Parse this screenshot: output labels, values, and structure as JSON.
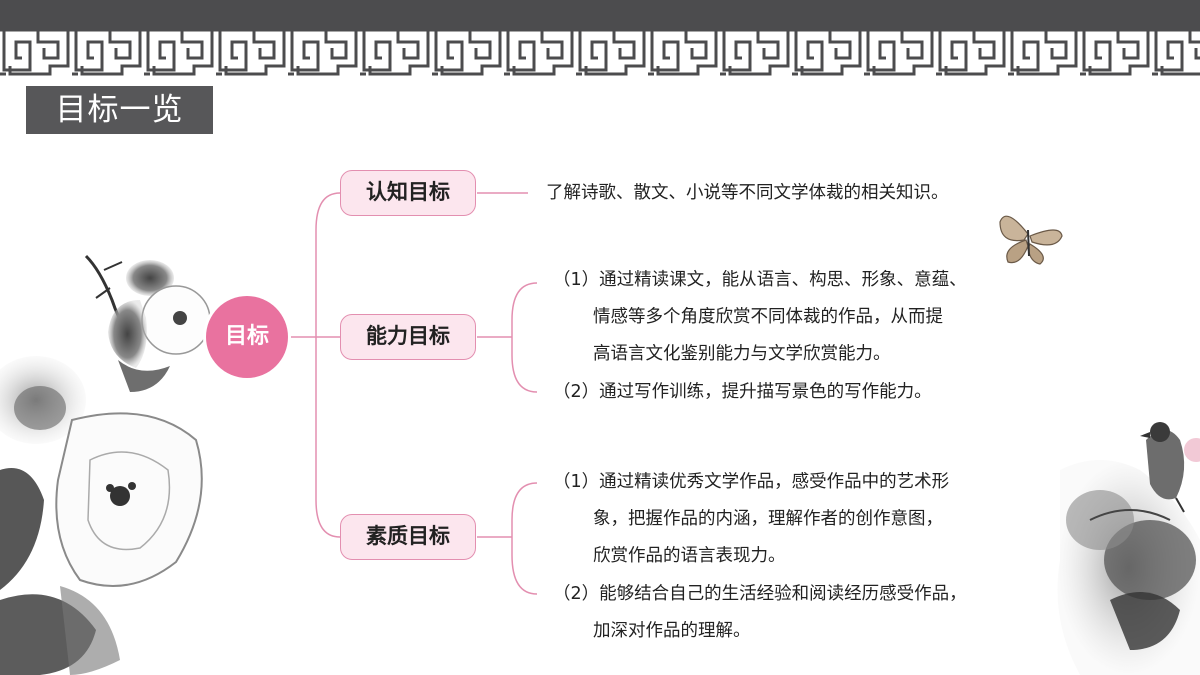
{
  "page_title": "目标一览",
  "hub_label": "目标",
  "branches": [
    {
      "label": "认知目标",
      "items": [
        {
          "lines": [
            "了解诗歌、散文、小说等不同文学体裁的相关知识。"
          ]
        }
      ]
    },
    {
      "label": "能力目标",
      "items": [
        {
          "lines": [
            "（1）通过精读课文，能从语言、构思、形象、意蕴、",
            "情感等多个角度欣赏不同体裁的作品，从而提",
            "高语言文化鉴别能力与文学欣赏能力。"
          ]
        },
        {
          "lines": [
            "（2）通过写作训练，提升描写景色的写作能力。"
          ]
        }
      ]
    },
    {
      "label": "素质目标",
      "items": [
        {
          "lines": [
            "（1）通过精读优秀文学作品，感受作品中的艺术形",
            "象，把握作品的内涵，理解作者的创作意图，",
            "欣赏作品的语言表现力。"
          ]
        },
        {
          "lines": [
            "（2）能够结合自己的生活经验和阅读经历感受作品，",
            "加深对作品的理解。"
          ]
        }
      ]
    }
  ],
  "colors": {
    "accent_pink": "#e9729f",
    "node_fill": "#fce6ee",
    "node_border": "#e38fb0",
    "header_band": "#4c4c4e",
    "title_box": "#575759"
  },
  "decorations": [
    "ink-flower-painting",
    "butterfly-icon",
    "ink-bird-painting",
    "lattice-pattern"
  ]
}
